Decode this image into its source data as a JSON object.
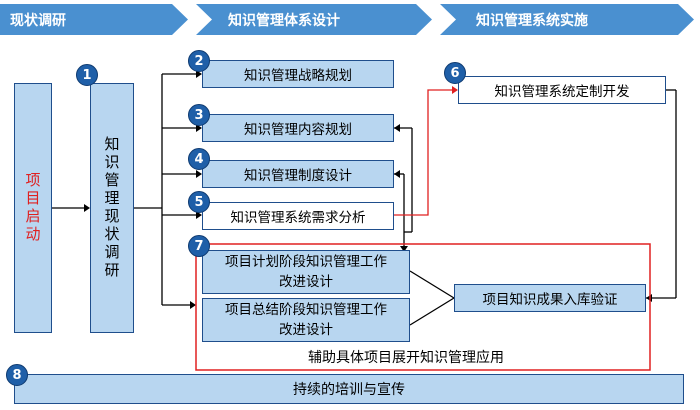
{
  "phases": [
    "现状调研",
    "知识管理体系设计",
    "知识管理系统实施"
  ],
  "start": "项目启动",
  "survey": "知识管理现状调研",
  "steps": {
    "s2": "知识管理战略规划",
    "s3": "知识管理内容规划",
    "s4": "知识管理制度设计",
    "s5": "知识管理系统需求分析",
    "s6": "知识管理系统定制开发",
    "s7a": "项目计划阶段知识管理工作改进设计",
    "s7b": "项目总结阶段知识管理工作改进设计",
    "verify": "项目知识成果入库验证",
    "support": "辅助具体项目展开知识管理应用",
    "s8": "持续的培训与宣传"
  },
  "numbers": [
    "1",
    "2",
    "3",
    "4",
    "5",
    "6",
    "7",
    "8"
  ],
  "colors": {
    "phase": "#4a90d0",
    "blue_box": "#b8d6f0",
    "badge": "#1f5fa8",
    "red": "#e02020",
    "start_text": "#e02020"
  }
}
